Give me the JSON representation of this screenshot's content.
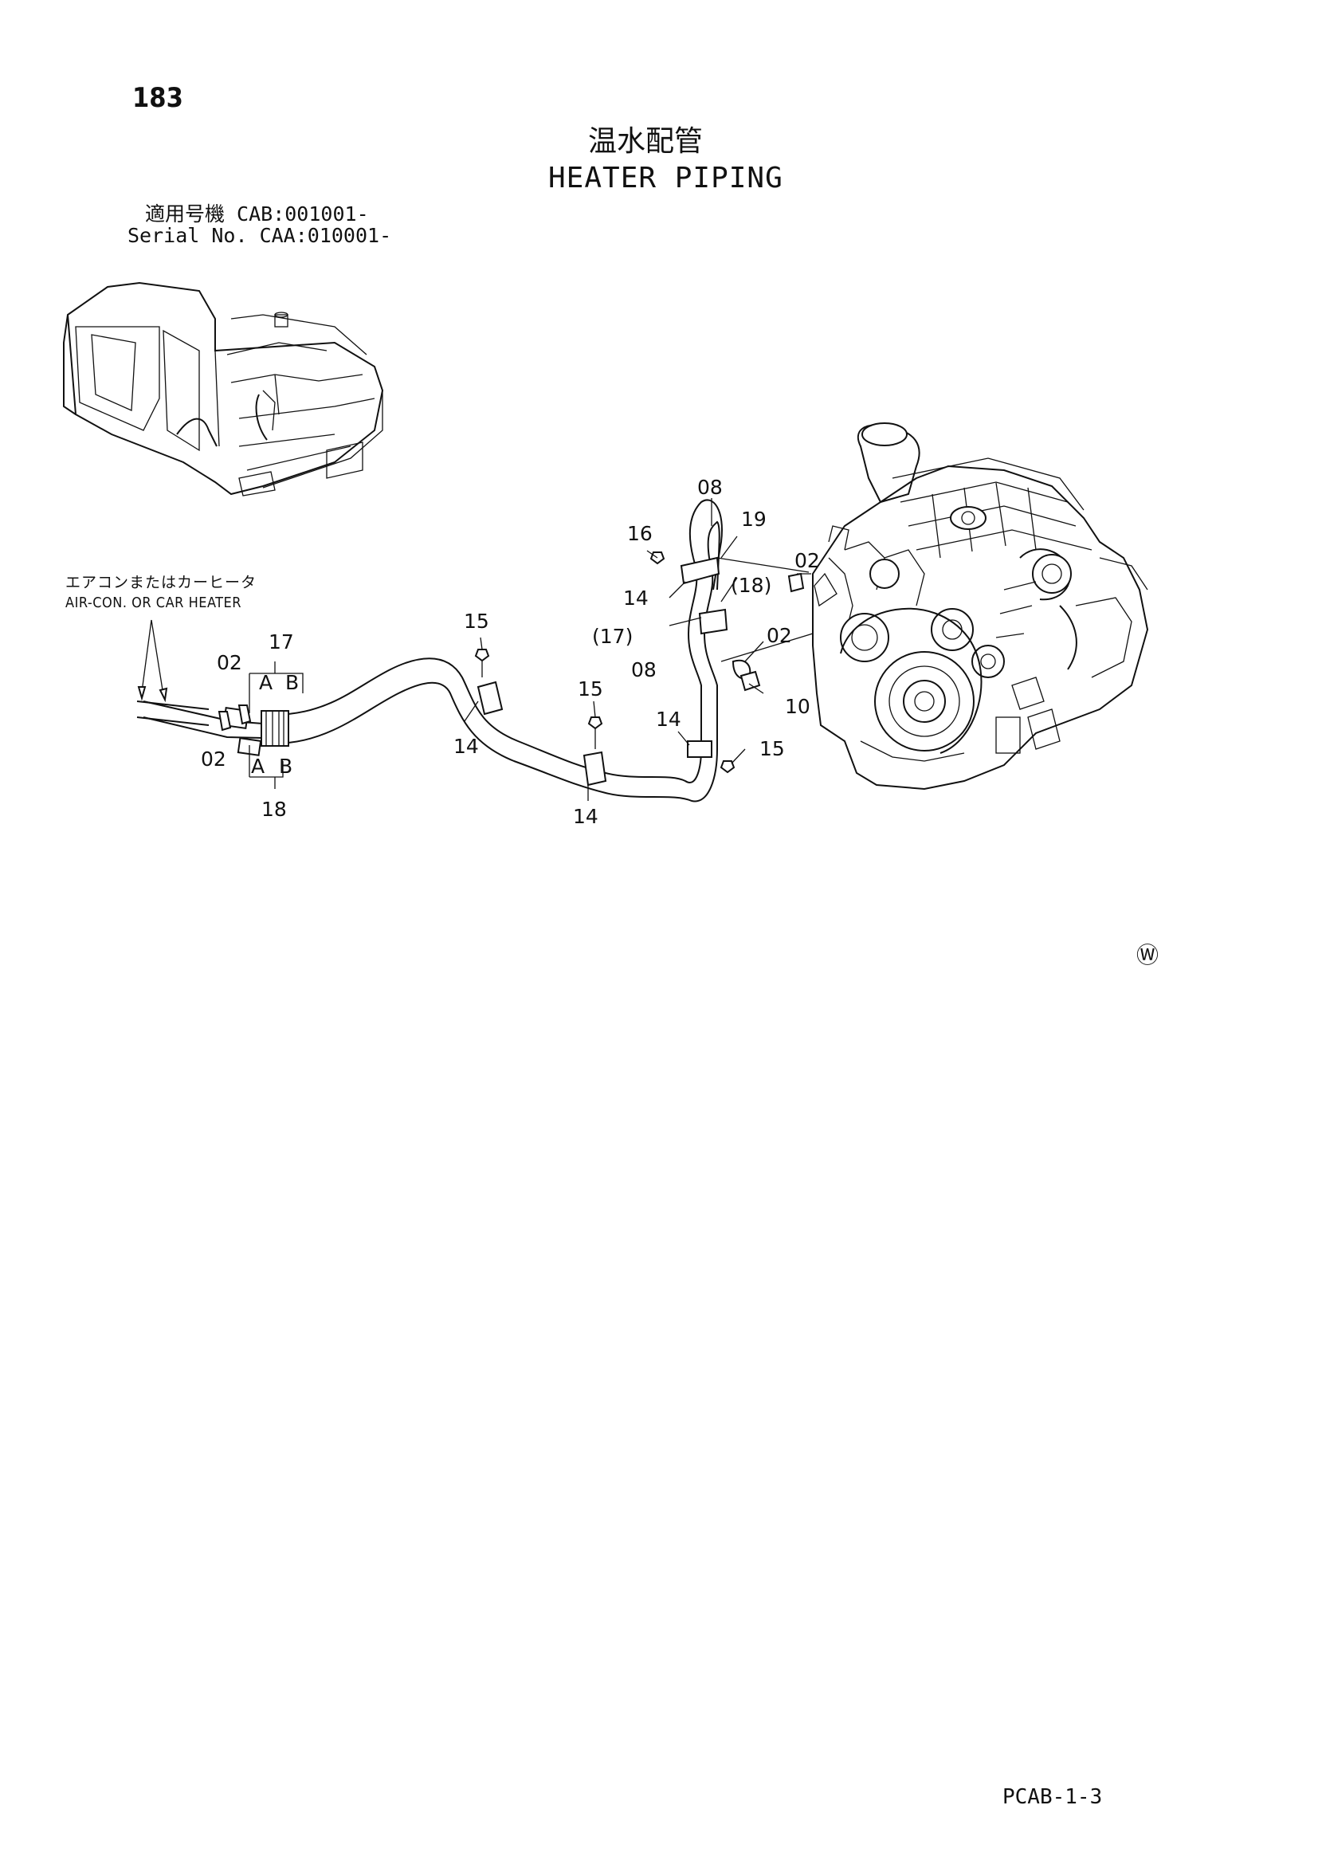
{
  "page": {
    "number": "183",
    "title_jp": "温水配管",
    "title_en": "HEATER PIPING",
    "serial_jp": "適用号機  CAB:001001-",
    "serial_en": "Serial No. CAA:010001-",
    "footer_code": "PCAB-1-3"
  },
  "reference_note": {
    "jp": "エアコンまたはカーヒータ",
    "en": "AIR-CON. OR CAR HEATER"
  },
  "watermark_symbol": "Ⓦ",
  "callouts": {
    "c08_top": "08",
    "c19": "19",
    "c16": "16",
    "c02_eng": "02",
    "c14_upper": "14",
    "c18_paren": "(18)",
    "c17_paren": "(17)",
    "c02_mid": "02",
    "c08_mid": "08",
    "c10": "10",
    "c15_a": "15",
    "c15_b": "15",
    "c15_c": "15",
    "c14_a": "14",
    "c14_b": "14",
    "c14_c": "14",
    "c17": "17",
    "c18": "18",
    "c02_left_top": "02",
    "c02_left_bot": "02",
    "A_top": "A",
    "B_top": "B",
    "A_bot": "A",
    "B_bot": "B"
  }
}
